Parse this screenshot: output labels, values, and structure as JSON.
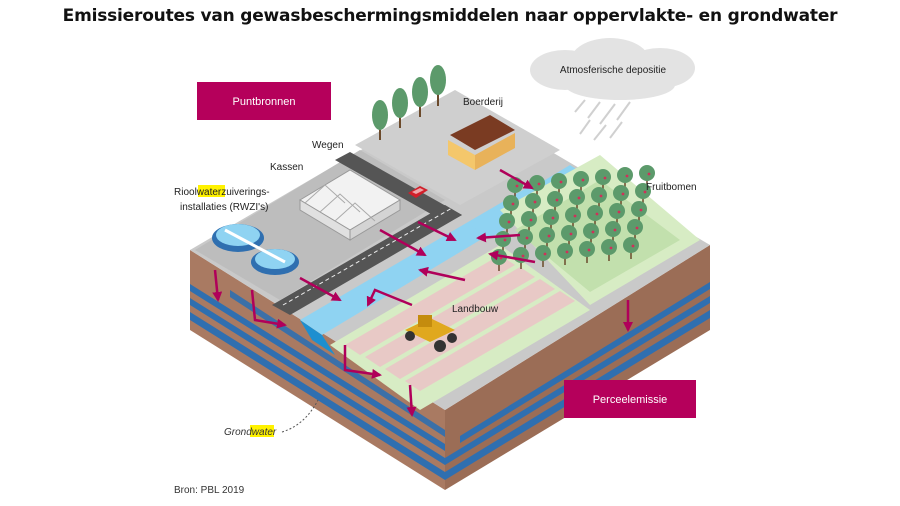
{
  "title": "Emissieroutes van gewasbeschermingsmiddelen naar oppervlakte- en grondwater",
  "labels": {
    "puntbronnen": "Puntbronnen",
    "perceelemissie": "Perceelemissie",
    "atmosferische_depositie": "Atmosferische depositie",
    "boerderij": "Boerderij",
    "wegen": "Wegen",
    "kassen": "Kassen",
    "rwzi_pre": "Riool",
    "rwzi_hl": "water",
    "rwzi_post": "zuiverings-",
    "rwzi_line2": "installaties (RWZI's)",
    "fruitbomen": "Fruitbomen",
    "landbouw": "Landbouw",
    "grond_pre": "Grond",
    "grond_hl": "water",
    "bron": "Bron: PBL 2019"
  },
  "colors": {
    "magenta": "#b5005b",
    "arrow": "#b0005a",
    "water": "#8fd3f2",
    "soil": "#a97a62",
    "soil_dark": "#8c5e48",
    "groundwater_stripe": "#2f6fb0",
    "grass": "#d7ecc4",
    "field_stripe": "#e8c9c6",
    "road": "#555555",
    "tree": "#5c9a6b",
    "highlight": "#fff200"
  }
}
